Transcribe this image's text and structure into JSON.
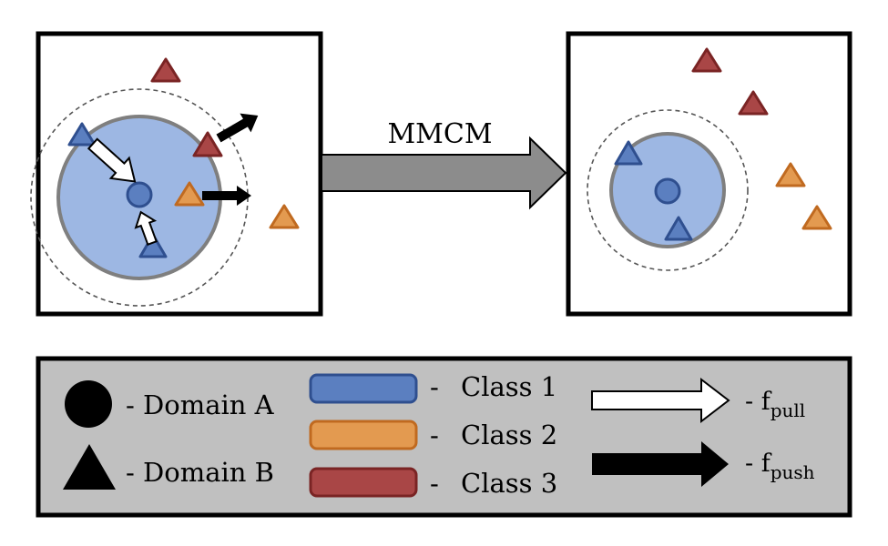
{
  "transform_label": "MMCM",
  "legend": {
    "shapes": [
      {
        "symbol": "circle-icon",
        "text": "- Domain A"
      },
      {
        "symbol": "triangle-icon",
        "text": "- Domain B"
      }
    ],
    "classes": [
      {
        "text": "Class 1",
        "color": "#5b7fc0"
      },
      {
        "text": "Class 2",
        "color": "#e39a50"
      },
      {
        "text": "Class 3",
        "color": "#a94646"
      }
    ],
    "class_dash": "-",
    "forces": [
      {
        "prefix": "- f",
        "subscript": "pull",
        "arrow": "white-arrow-icon"
      },
      {
        "prefix": "- f",
        "subscript": "push",
        "arrow": "black-arrow-icon"
      }
    ]
  },
  "colors": {
    "class1_fill": "#5b7fc0",
    "class1_stroke": "#2f4f8f",
    "class2_fill": "#e39a50",
    "class2_stroke": "#c06a20",
    "class3_fill": "#a94646",
    "class3_stroke": "#7a2424",
    "cluster_fill": "#9db7e3",
    "cluster_stroke": "#7f7f7f",
    "legend_bg": "#c0c0c0",
    "arrow_gray": "#8c8c8c"
  }
}
